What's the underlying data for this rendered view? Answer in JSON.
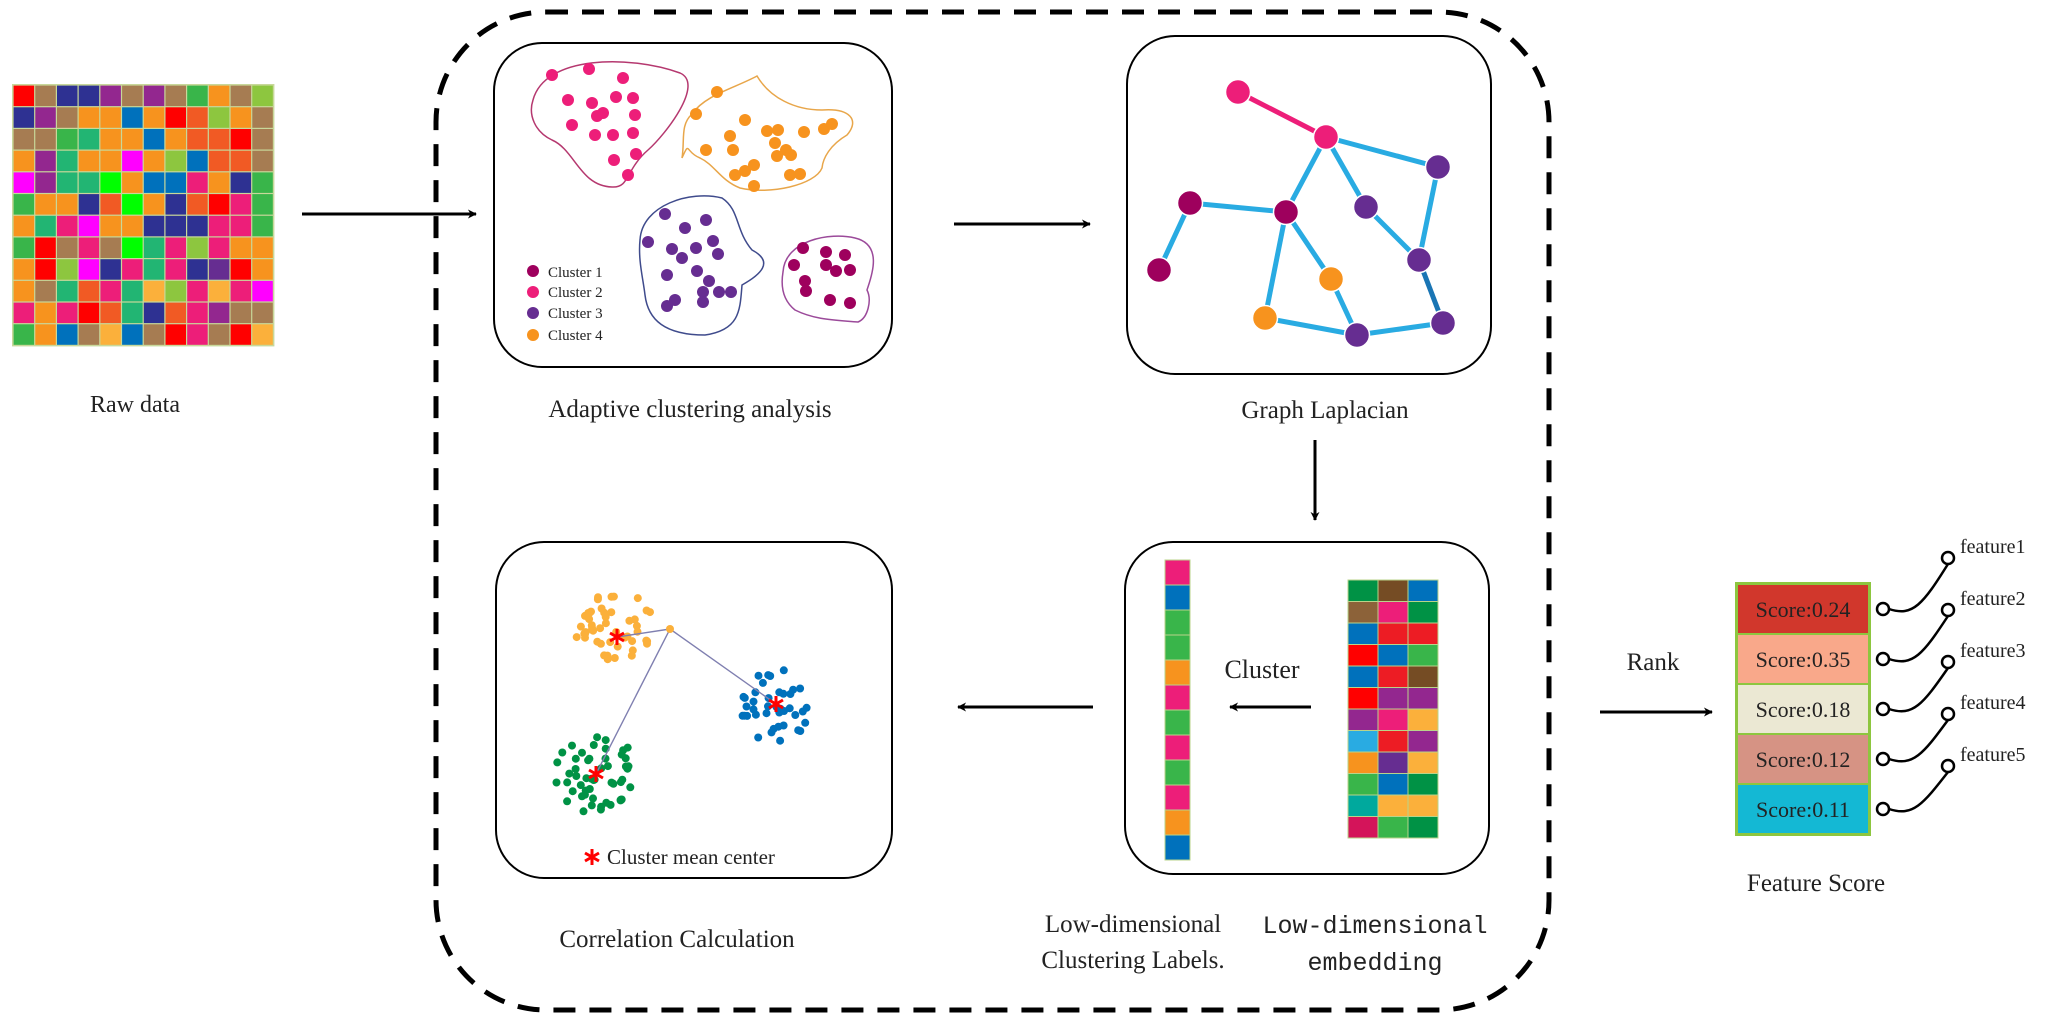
{
  "raw_data": {
    "label": "Raw data",
    "grid": [
      [
        "#ff0000",
        "#a67c52",
        "#2e3192",
        "#2e3192",
        "#93278f",
        "#a67c52",
        "#93278f",
        "#a67c52",
        "#39b54a",
        "#f7931e",
        "#a67c52",
        "#8dc63f"
      ],
      [
        "#2e3192",
        "#93278f",
        "#a67c52",
        "#f7931e",
        "#f7931e",
        "#0071bc",
        "#f7931e",
        "#ff0000",
        "#f15a24",
        "#8dc63f",
        "#f7931e",
        "#a67c52"
      ],
      [
        "#a67c52",
        "#a67c52",
        "#39b54a",
        "#22b573",
        "#f7931e",
        "#f7931e",
        "#0071bc",
        "#f7931e",
        "#f15a24",
        "#f15a24",
        "#ff0000",
        "#a67c52"
      ],
      [
        "#f7931e",
        "#93278f",
        "#22b573",
        "#f7931e",
        "#f7931e",
        "#ff00ff",
        "#f7931e",
        "#8dc63f",
        "#0071bc",
        "#f15a24",
        "#f15a24",
        "#a67c52"
      ],
      [
        "#ff00ff",
        "#93278f",
        "#22b573",
        "#22b573",
        "#00ff00",
        "#f7931e",
        "#0071bc",
        "#0071bc",
        "#ed1e79",
        "#f7931e",
        "#2e3192",
        "#39b54a"
      ],
      [
        "#39b54a",
        "#f7931e",
        "#f7931e",
        "#2e3192",
        "#f15a24",
        "#00ff00",
        "#f7931e",
        "#2e3192",
        "#f15a24",
        "#ff0000",
        "#ed1e79",
        "#39b54a"
      ],
      [
        "#f7931e",
        "#22b573",
        "#ed1e79",
        "#ff00ff",
        "#f7931e",
        "#f7931e",
        "#2e3192",
        "#2e3192",
        "#2e3192",
        "#ed1e79",
        "#ed1e79",
        "#39b54a"
      ],
      [
        "#39b54a",
        "#ff0000",
        "#a67c52",
        "#ed1e79",
        "#a67c52",
        "#00ff00",
        "#22b573",
        "#ed1e79",
        "#8dc63f",
        "#ed1e79",
        "#f7931e",
        "#f7931e"
      ],
      [
        "#f7931e",
        "#ff0000",
        "#8dc63f",
        "#ff00ff",
        "#2e3192",
        "#ed1e79",
        "#22b573",
        "#ed1e79",
        "#2e3192",
        "#662d91",
        "#ff0000",
        "#f7931e"
      ],
      [
        "#f7931e",
        "#a67c52",
        "#22b573",
        "#f15a24",
        "#ed1e79",
        "#22b573",
        "#fbb03b",
        "#8dc63f",
        "#ed1e79",
        "#fbb03b",
        "#ed1e79",
        "#ff00ff"
      ],
      [
        "#ed1e79",
        "#f7931e",
        "#ed1e79",
        "#ff0000",
        "#f15a24",
        "#22b573",
        "#2e3192",
        "#f15a24",
        "#ed1e79",
        "#93278f",
        "#a67c52",
        "#a67c52"
      ],
      [
        "#39b54a",
        "#f7931e",
        "#0071bc",
        "#a67c52",
        "#fbb03b",
        "#0071bc",
        "#a67c52",
        "#ff0000",
        "#ed1e79",
        "#a67c52",
        "#ff0000",
        "#fbb03b"
      ]
    ]
  },
  "clustering": {
    "label": "Adaptive clustering analysis",
    "legend": [
      {
        "label": "Cluster 1",
        "color": "#9e005d"
      },
      {
        "label": "Cluster 2",
        "color": "#ed1e79"
      },
      {
        "label": "Cluster 3",
        "color": "#662d91"
      },
      {
        "label": "Cluster 4",
        "color": "#f7931e"
      }
    ]
  },
  "graph": {
    "label": "Graph Laplacian",
    "edge_color": "#29abe2",
    "pink_edge_color": "#ed1e79"
  },
  "embedding": {
    "cluster_label": "Cluster",
    "labels_caption_line1": "Low-dimensional",
    "labels_caption_line2": "Clustering Labels.",
    "embedding_caption_line1": "Low-dimensional",
    "embedding_caption_line2": "embedding",
    "label_strip": [
      "#ed1e79",
      "#0071bc",
      "#39b54a",
      "#39b54a",
      "#f7931e",
      "#ed1e79",
      "#39b54a",
      "#ed1e79",
      "#39b54a",
      "#ed1e79",
      "#f7931e",
      "#0071bc"
    ],
    "matrix": [
      [
        "#009245",
        "#754c24",
        "#0071bc"
      ],
      [
        "#8c6239",
        "#ed1e79",
        "#009245"
      ],
      [
        "#0071bc",
        "#ed1c24",
        "#ed1c24"
      ],
      [
        "#ff0000",
        "#0071bc",
        "#39b54a"
      ],
      [
        "#0071bc",
        "#ed1c24",
        "#754c24"
      ],
      [
        "#ff0000",
        "#93278f",
        "#93278f"
      ],
      [
        "#93278f",
        "#ed1e79",
        "#fbb03b"
      ],
      [
        "#29abe2",
        "#ed1c24",
        "#93278f"
      ],
      [
        "#f7931e",
        "#662d91",
        "#fbb03b"
      ],
      [
        "#39b54a",
        "#0071bc",
        "#009245"
      ],
      [
        "#00a99d",
        "#fbb03b",
        "#fbb03b"
      ],
      [
        "#d4145a",
        "#39b54a",
        "#009245"
      ]
    ]
  },
  "correlation": {
    "label": "Correlation Calculation",
    "legend_label": "Cluster mean center",
    "center_color": "#ff0000",
    "groups": [
      {
        "name": "orange",
        "color": "#fbb03b"
      },
      {
        "name": "blue",
        "color": "#0071bc"
      },
      {
        "name": "green",
        "color": "#009245"
      }
    ],
    "line_color": "#7f7fb0"
  },
  "ranking": {
    "rank_label": "Rank",
    "caption": "Feature Score",
    "scores": [
      {
        "label": "Score:0.24",
        "color": "#d1372c",
        "feature": "feature1"
      },
      {
        "label": "Score:0.35",
        "color": "#f9a88a",
        "feature": "feature2"
      },
      {
        "label": "Score:0.18",
        "color": "#ebe8d3",
        "feature": "feature3"
      },
      {
        "label": "Score:0.12",
        "color": "#d69384",
        "feature": "feature4"
      },
      {
        "label": "Score:0.11",
        "color": "#14b8d4",
        "feature": "feature5"
      }
    ],
    "border_color": "#8dc63f"
  }
}
